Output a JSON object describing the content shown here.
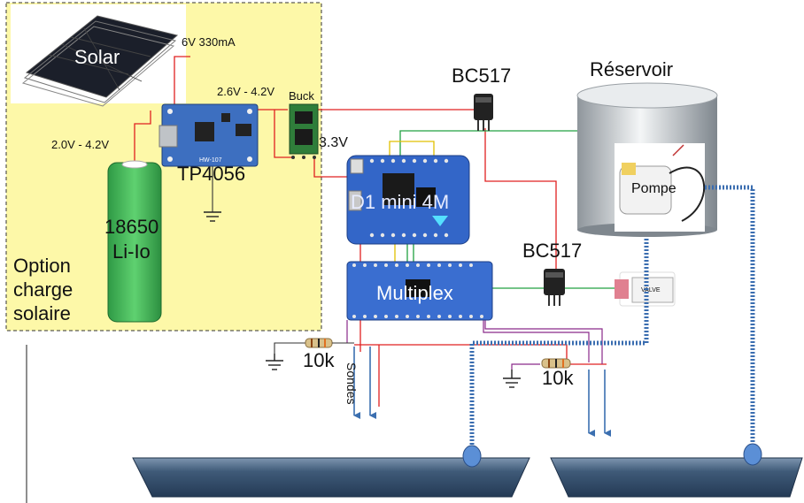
{
  "labels": {
    "solar": "Solar",
    "solar_spec": "6V 330mA",
    "voltage_range_buck": "2.6V - 4.2V",
    "buck": "Buck",
    "voltage_out": "3.3V",
    "voltage_battery": "2.0V - 4.2V",
    "charger": "TP4056",
    "charger_small": "HW-107",
    "battery_line1": "18650",
    "battery_line2": "Li-Io",
    "option_line1": "Option",
    "option_line2": "charge",
    "option_line3": "solaire",
    "transistor_top": "BC517",
    "transistor_mid": "BC517",
    "reservoir": "Réservoir",
    "pump": "Pompe",
    "board": "D1 mini 4M",
    "mux": "Multiplex",
    "valve": "VALVE",
    "resistor_left": "10k",
    "resistor_right": "10k",
    "probes": "Sondes"
  }
}
